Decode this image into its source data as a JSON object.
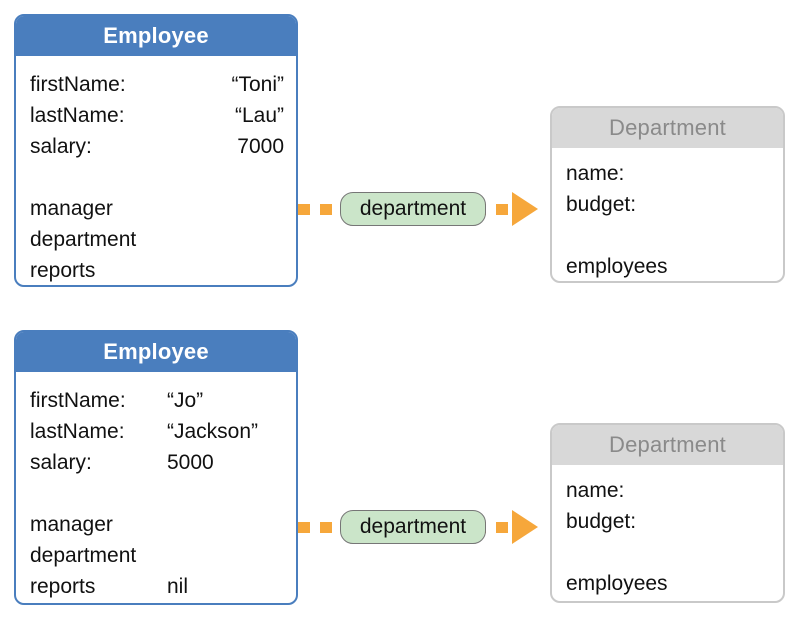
{
  "colors": {
    "employee_header": "#4A7EBE",
    "department_header_bg": "#D8D8D8",
    "department_header_text": "#8A8A8A",
    "department_border": "#C9C9C9",
    "pill_bg": "#CBE5C9",
    "pill_border": "#767676",
    "arrow_orange": "#F6A73B",
    "body_text": "#111111"
  },
  "top": {
    "employee": {
      "title": "Employee",
      "attrs": [
        {
          "label": "firstName:",
          "value": "“Toni”"
        },
        {
          "label": "lastName:",
          "value": "“Lau”"
        },
        {
          "label": "salary:",
          "value": "7000"
        }
      ],
      "relations": [
        {
          "label": "manager",
          "value": ""
        },
        {
          "label": "department",
          "value": ""
        },
        {
          "label": "reports",
          "value": ""
        }
      ]
    },
    "arrow_label": "department",
    "department": {
      "title": "Department",
      "attrs": [
        {
          "label": "name:"
        },
        {
          "label": "budget:"
        }
      ],
      "relations": [
        {
          "label": "employees"
        }
      ]
    }
  },
  "bottom": {
    "employee": {
      "title": "Employee",
      "attrs": [
        {
          "label": "firstName:",
          "value": "“Jo”"
        },
        {
          "label": "lastName:",
          "value": "“Jackson”"
        },
        {
          "label": "salary:",
          "value": "5000"
        }
      ],
      "relations": [
        {
          "label": "manager",
          "value": ""
        },
        {
          "label": "department",
          "value": ""
        },
        {
          "label": "reports",
          "value": "nil"
        }
      ]
    },
    "arrow_label": "department",
    "department": {
      "title": "Department",
      "attrs": [
        {
          "label": "name:"
        },
        {
          "label": "budget:"
        }
      ],
      "relations": [
        {
          "label": "employees"
        }
      ]
    }
  }
}
